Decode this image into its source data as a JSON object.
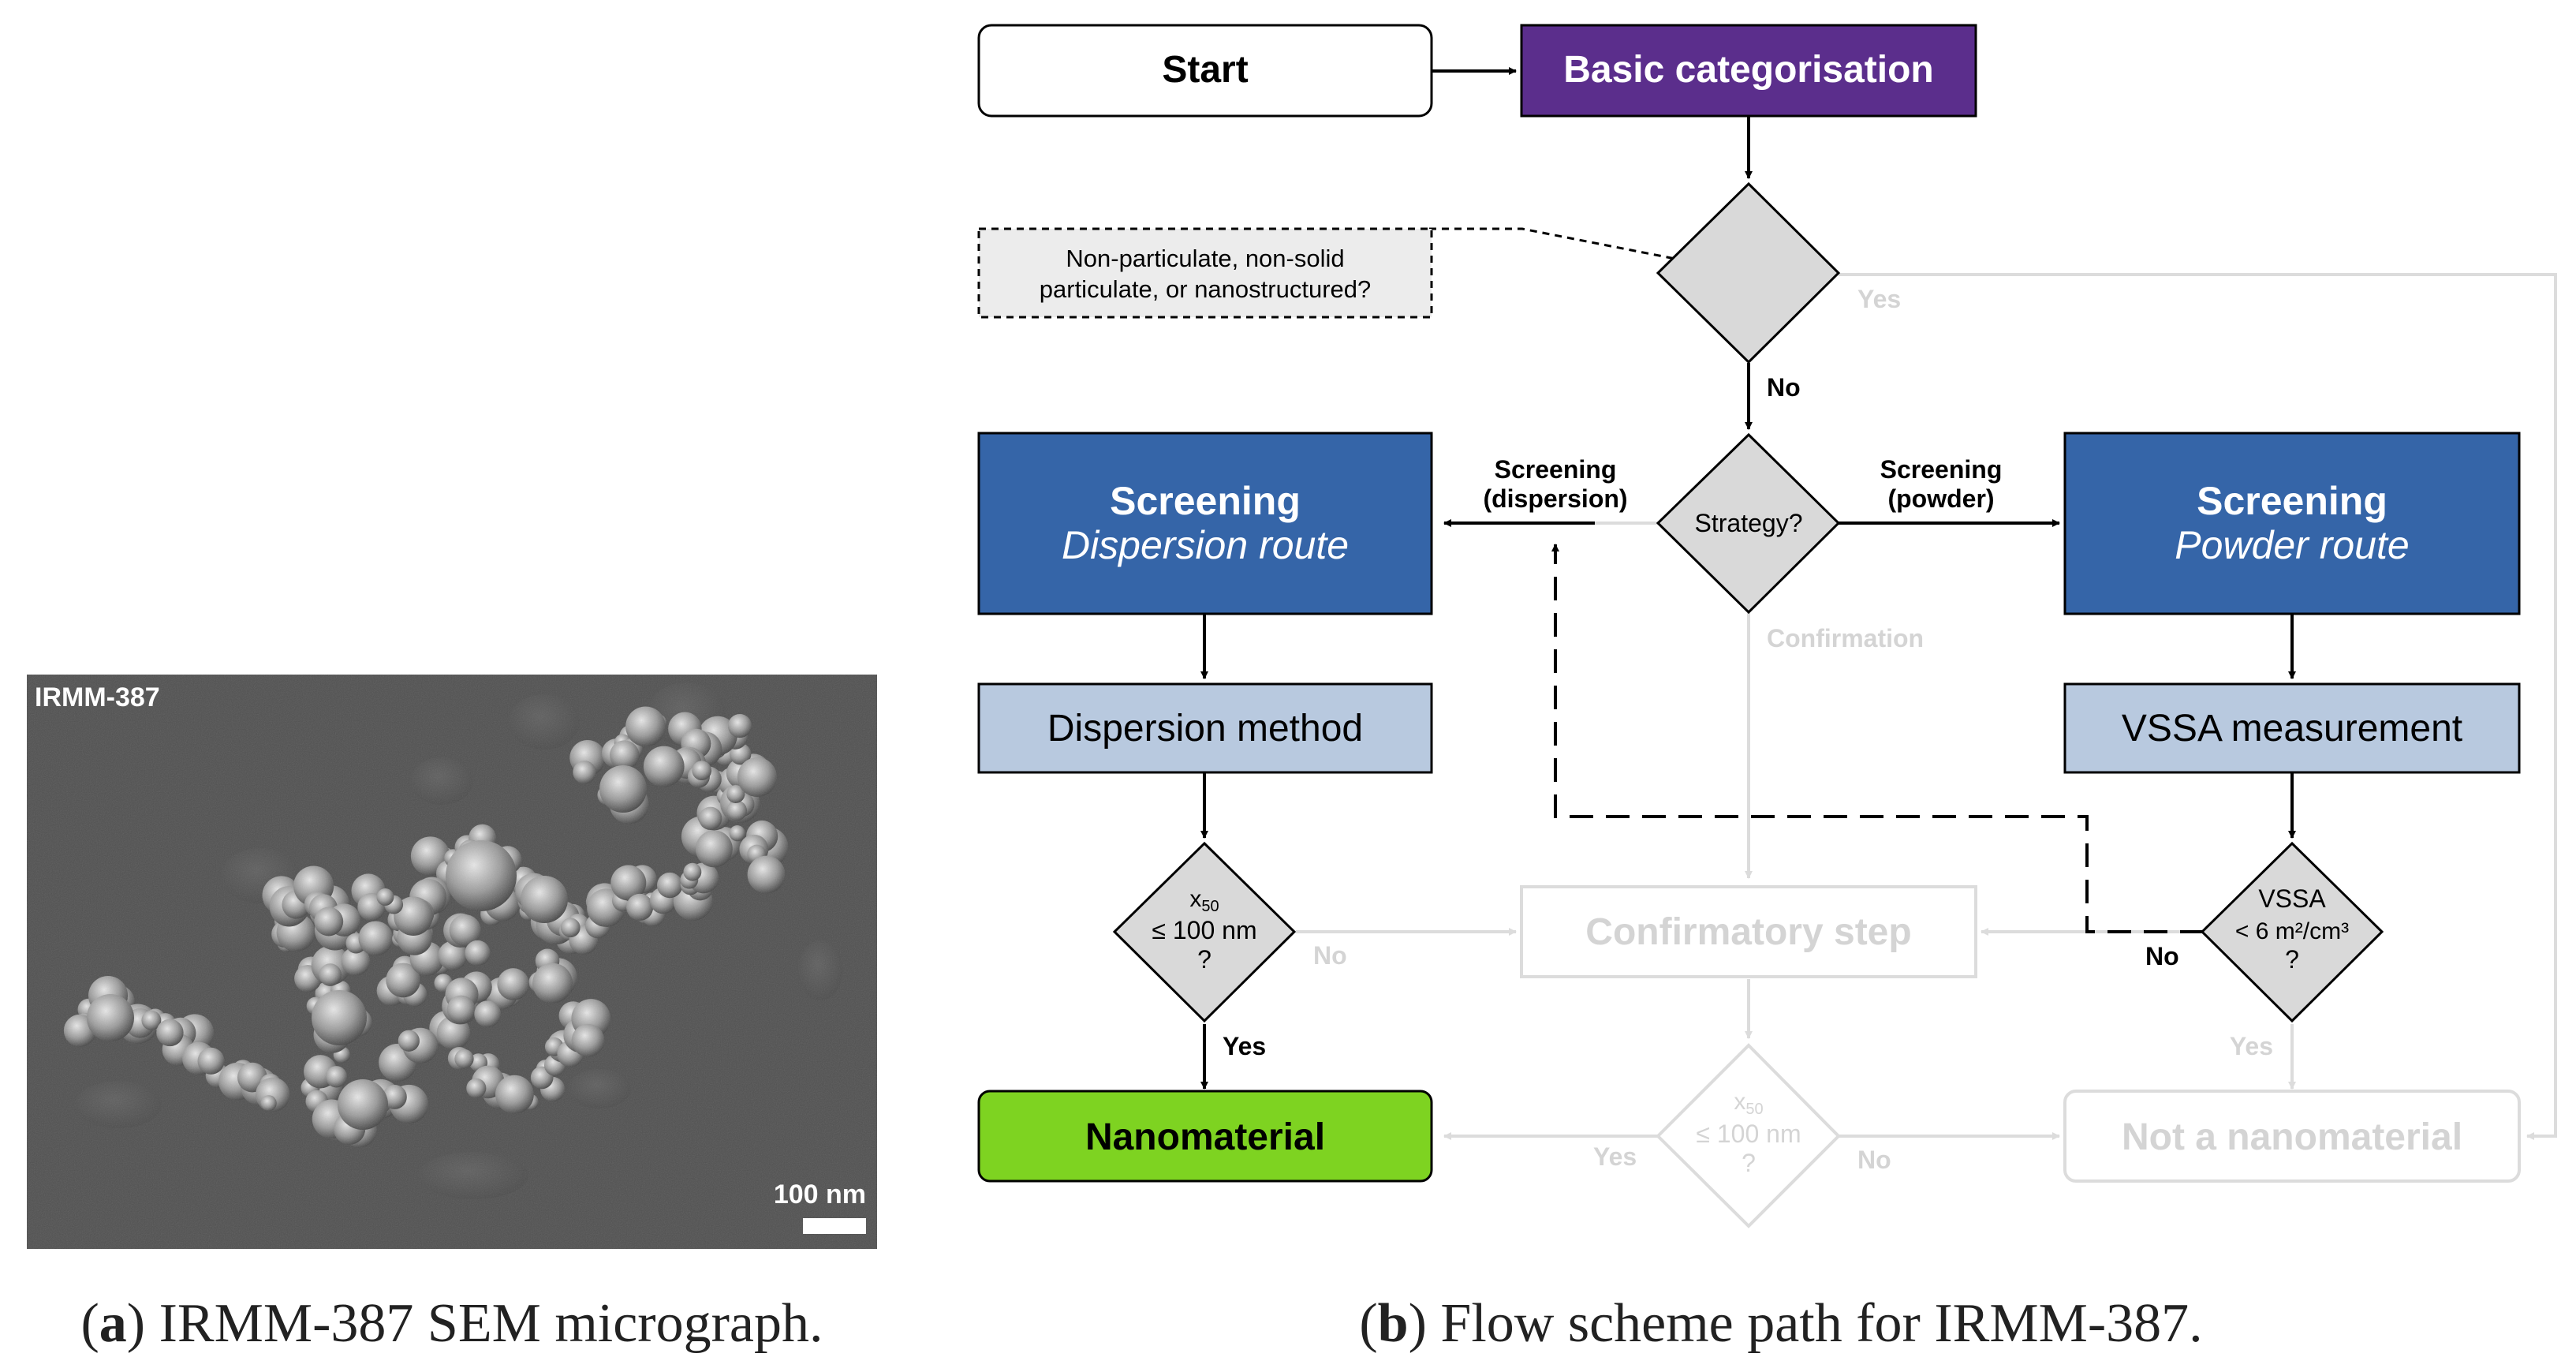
{
  "panel_a": {
    "image_label": "IRMM-387",
    "scale_bar": "100 nm",
    "caption_tag": "a",
    "caption_text": "IRMM-387 SEM micrograph."
  },
  "panel_b": {
    "caption_tag": "b",
    "caption_text": "Flow scheme path for IRMM-387.",
    "nodes": {
      "start": "Start",
      "basic": "Basic categorisation",
      "note_line1": "Non-particulate, non-solid",
      "note_line2": "particulate, or nanostructured?",
      "strategy": "Strategy?",
      "screen_disp_title": "Screening",
      "screen_disp_sub": "Dispersion route",
      "screen_pow_title": "Screening",
      "screen_pow_sub": "Powder route",
      "disp_method": "Dispersion method",
      "vssa_meas": "VSSA measurement",
      "x50_left_l1": "x",
      "x50_left_sub": "50",
      "x50_left_l2": "≤ 100 nm",
      "x50_left_l3": "?",
      "vssa_l1": "VSSA",
      "vssa_l2": "< 6 m²/cm³",
      "vssa_l3": "?",
      "confirm": "Confirmatory step",
      "x50_mid_l1": "x",
      "x50_mid_sub": "50",
      "x50_mid_l2": "≤ 100 nm",
      "x50_mid_l3": "?",
      "nano": "Nanomaterial",
      "not_nano": "Not a nanomaterial"
    },
    "edge_labels": {
      "yes_top": "Yes",
      "no_top": "No",
      "scr_disp_l1": "Screening",
      "scr_disp_l2": "(dispersion)",
      "scr_pow_l1": "Screening",
      "scr_pow_l2": "(powder)",
      "confirmation": "Confirmation",
      "no_left": "No",
      "yes_left": "Yes",
      "no_vssa": "No",
      "yes_vssa": "Yes",
      "yes_mid": "Yes",
      "no_mid": "No"
    },
    "colors": {
      "purple": "#5b2e8c",
      "dark_blue": "#3565a8",
      "light_blue": "#b8c9df",
      "green": "#7ed321",
      "diamond_gray": "#d9d9d9",
      "faded": "#dcdcdc",
      "faded_text": "#d4d4d4"
    }
  }
}
